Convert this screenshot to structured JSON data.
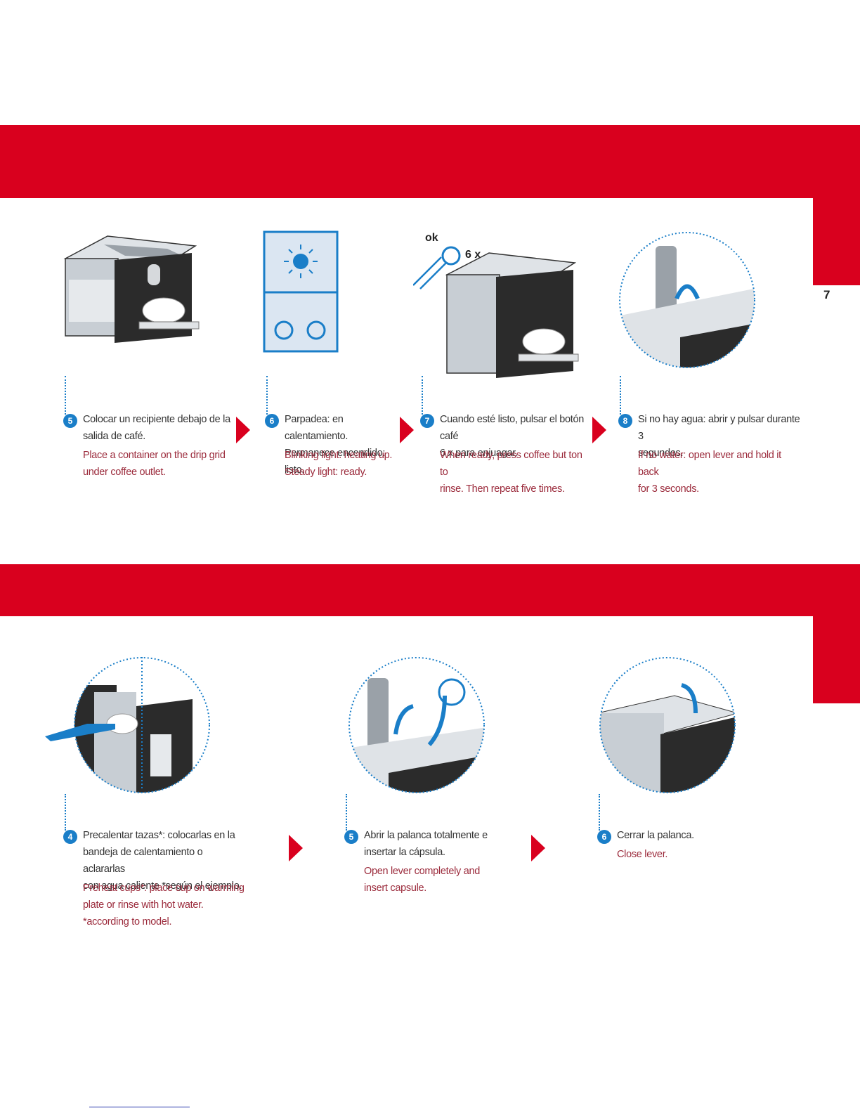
{
  "page": {
    "number": "7"
  },
  "section1": {
    "steps": [
      {
        "num": "5",
        "es": [
          "Colocar un recipiente debajo  de la",
          "salida de café."
        ],
        "en": [
          "Place a container on the drip grid",
          "under coffee outlet."
        ]
      },
      {
        "num": "6",
        "es": [
          "Parpadea: en calentamiento.",
          "Permanece encendido: listo."
        ],
        "en": [
          "Blinking light: heating up.",
          "Steady light: ready."
        ]
      },
      {
        "num": "7",
        "es": [
          "Cuando esté listo, pulsar el botón  café",
          "6 x para enjuagar."
        ],
        "en": [
          "When ready, press coffee but ton to",
          "rinse. Then repeat five times."
        ]
      },
      {
        "num": "8",
        "es": [
          "Si no hay agua: abrir y pulsar durante 3",
          "segundos."
        ],
        "en": [
          "If no water: open lever and hold it back",
          "for 3 seconds."
        ]
      }
    ],
    "illus_labels": {
      "ok": "ok",
      "times": "6 x"
    }
  },
  "section2": {
    "steps": [
      {
        "num": "4",
        "es": [
          "Precalentar tazas*: colocarlas en la",
          "bandeja de calentamiento o  aclararlas",
          "con agua caliente *según el ejemplo."
        ],
        "en": [
          "Preheat cups*: place cup on warming",
          "plate or rinse with hot water.",
          "*according to model."
        ]
      },
      {
        "num": "5",
        "es": [
          "Abrir la palanca totalmente  e",
          "insertar la cápsula."
        ],
        "en": [
          "Open lever completely and",
          "insert capsule."
        ]
      },
      {
        "num": "6",
        "es": [
          "Cerrar la palanca."
        ],
        "en": [
          "Close lever."
        ]
      }
    ]
  },
  "colors": {
    "brand_red": "#d9001e",
    "accent_blue": "#1a7ec8",
    "english_text": "#9b2a3b"
  }
}
